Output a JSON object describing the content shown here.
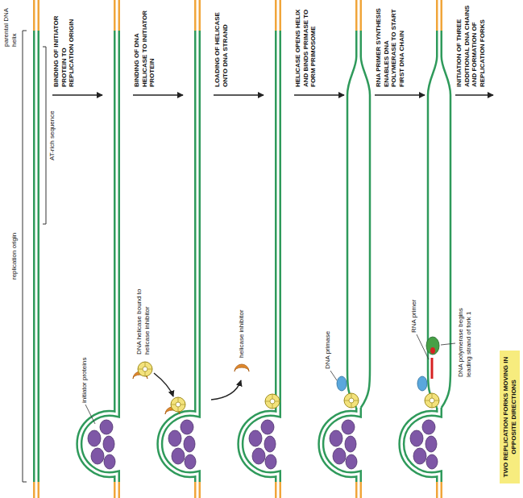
{
  "diagram": {
    "nodes": [
      {
        "text": [
          "TWO REPLICATION FORKS MOVING IN OPPOSITE DIRECTIONS"
        ]
      }
    ],
    "labels": [
      "replication origin",
      "AT-rich sequence",
      "parental DNA helix",
      "BINDING OF INITIATOR PROTEIN TO REPLICATION ORIGIN",
      "initiator proteins",
      "DNA helicase bound to helicase inhibitor",
      "BINDING OF DNA HELICASE TO INITIATOR PROTEIN",
      "helicase inhibitor",
      "LOADING OF HELICASE ONTO DNA STRAND",
      "HELICASE OPENS HELIX AND BINDS PRIMASE TO FORM PRIMOSOME",
      "DNA primase",
      "RNA PRIMER SYNTHESIS ENABLES DNA POLYMERASE TO START FIRST DNA CHAIN",
      "RNA primer",
      "DNA polymerase begins leading strand of fork 1",
      "INITIATION OF THREE ADDITIONAL DNA CHAINS AND FORMATION OF REPLICATION FORKS"
    ]
  }
}
